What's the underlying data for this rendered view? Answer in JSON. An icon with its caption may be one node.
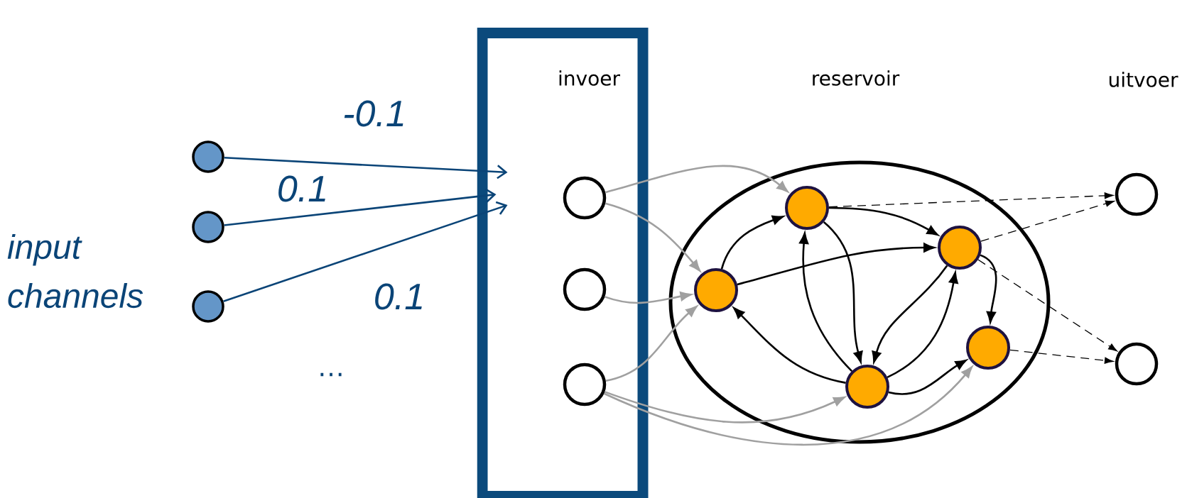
{
  "diagram": {
    "nodes": [
      {
        "text": [
          "invoer"
        ]
      },
      {
        "text": [],
        "shape": "circle",
        "in": 0
      },
      {
        "text": [],
        "shape": "circle",
        "in": 0
      },
      {
        "text": [],
        "shape": "circle",
        "in": 0
      },
      {
        "text": [
          "reservoir"
        ]
      },
      {
        "text": [],
        "shape": "circle",
        "in": 4
      },
      {
        "text": [],
        "shape": "circle",
        "in": 4
      },
      {
        "text": [],
        "shape": "circle",
        "in": 4
      },
      {
        "text": [],
        "shape": "circle",
        "in": 4
      },
      {
        "text": [],
        "shape": "circle",
        "in": 4
      },
      {
        "text": [],
        "shape": "circle"
      },
      {
        "text": [],
        "shape": "circle"
      },
      {
        "text": [],
        "shape": "circle"
      },
      {
        "text": [],
        "shape": "circle"
      },
      {
        "text": [],
        "shape": "circle"
      }
    ],
    "edges": [
      {
        "from": 12,
        "to": 0,
        "arrow": "to",
        "label": "-0.1",
        "color": "#0a4477"
      },
      {
        "from": 13,
        "to": 0,
        "arrow": "to",
        "label": "0.1",
        "color": "#0a4477"
      },
      {
        "from": 14,
        "to": 0,
        "arrow": "to",
        "label": "0.1",
        "color": "#0a4477"
      },
      {
        "from": 1,
        "to": 6,
        "arrow": "to",
        "color": "#a0a0a0"
      },
      {
        "from": 1,
        "to": 5,
        "arrow": "to",
        "color": "#a0a0a0"
      },
      {
        "from": 2,
        "to": 5,
        "arrow": "to",
        "color": "#a0a0a0"
      },
      {
        "from": 3,
        "to": 5,
        "arrow": "to",
        "color": "#a0a0a0"
      },
      {
        "from": 3,
        "to": 8,
        "arrow": "to",
        "color": "#a0a0a0"
      },
      {
        "from": 3,
        "to": 9,
        "arrow": "to",
        "color": "#a0a0a0"
      },
      {
        "from": 5,
        "to": 6,
        "arrow": "to"
      },
      {
        "from": 5,
        "to": 7,
        "arrow": "to"
      },
      {
        "from": 6,
        "to": 7,
        "arrow": "to"
      },
      {
        "from": 6,
        "to": 8,
        "arrow": "to"
      },
      {
        "from": 8,
        "to": 6,
        "arrow": "to"
      },
      {
        "from": 7,
        "to": 8,
        "arrow": "to"
      },
      {
        "from": 8,
        "to": 7,
        "arrow": "to"
      },
      {
        "from": 7,
        "to": 9,
        "arrow": "to"
      },
      {
        "from": 8,
        "to": 5,
        "arrow": "to"
      },
      {
        "from": 8,
        "to": 9,
        "arrow": "to"
      },
      {
        "from": 6,
        "to": 10,
        "arrow": "to",
        "style": "dashed"
      },
      {
        "from": 7,
        "to": 10,
        "arrow": "to",
        "style": "dashed"
      },
      {
        "from": 7,
        "to": 11,
        "arrow": "to",
        "style": "dashed"
      },
      {
        "from": 9,
        "to": 11,
        "arrow": "to",
        "style": "dashed"
      }
    ],
    "labels": [
      "uitvoer",
      "input channels",
      "…"
    ]
  }
}
